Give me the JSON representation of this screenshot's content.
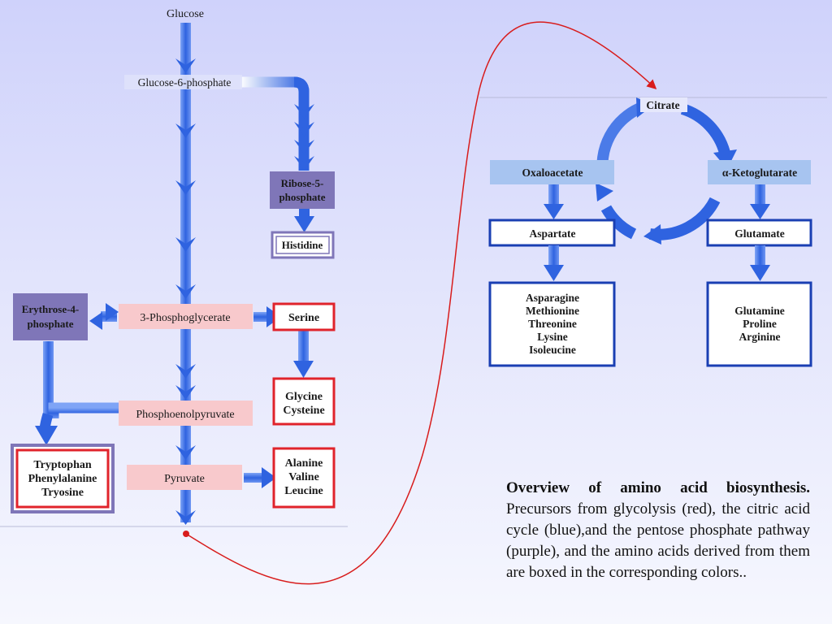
{
  "glycolysis": {
    "glucose": "Glucose",
    "g6p": "Glucose-6-phosphate",
    "pg3": "3-Phosphoglycerate",
    "pep": "Phosphoenolpyruvate",
    "pyruvate": "Pyruvate"
  },
  "pentose": {
    "r5p_line1": "Ribose-5-",
    "r5p_line2": "phosphate",
    "e4p_line1": "Erythrose-4-",
    "e4p_line2": "phosphate",
    "histidine": "Histidine",
    "aromatic": [
      "Tryptophan",
      "Phenylalanine",
      "Tryosine"
    ]
  },
  "products_red": {
    "serine": "Serine",
    "gly_cys": [
      "Glycine",
      "Cysteine"
    ],
    "ala_val_leu": [
      "Alanine",
      "Valine",
      "Leucine"
    ]
  },
  "tca": {
    "citrate": "Citrate",
    "oxaloacetate": "Oxaloacetate",
    "akg": "α-Ketoglutarate",
    "aspartate": "Aspartate",
    "glutamate": "Glutamate",
    "asp_family": [
      "Asparagine",
      "Methionine",
      "Threonine",
      "Lysine",
      "Isoleucine"
    ],
    "glu_family": [
      "Glutamine",
      "Proline",
      "Arginine"
    ]
  },
  "caption": {
    "title": "Overview of amino acid biosynthesis.",
    "body": " Precursors from glycolysis (red), the citric acid cycle (blue),and the pentose phosphate pathway (purple), and the amino acids derived from them are boxed in the corresponding colors.."
  },
  "colors": {
    "arrow_blue": "#2f63e0",
    "glycolysis_box": "#f8c9cc",
    "purple_box": "#7f76b8",
    "red_border": "#e0232b",
    "blue_border": "#1a3fb3",
    "tca_box": "#a7c4f0",
    "connector": "#d81c1c"
  }
}
